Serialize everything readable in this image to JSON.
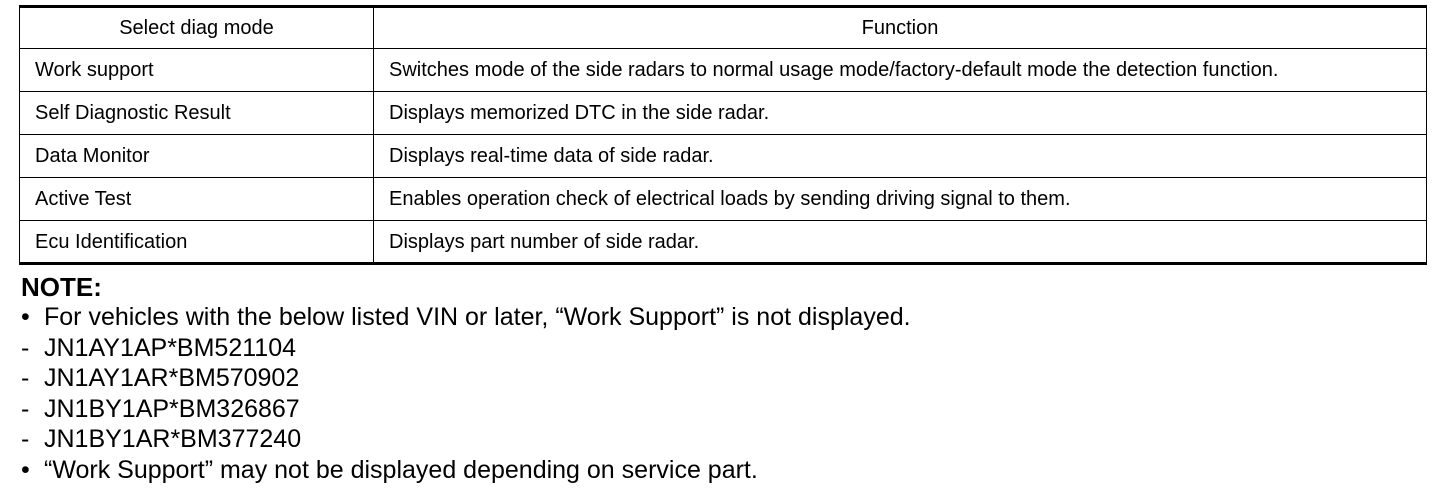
{
  "table": {
    "headers": [
      "Select diag mode",
      "Function"
    ],
    "rows": [
      [
        "Work support",
        "Switches mode of the side radars to normal usage mode/factory-default mode the detection function."
      ],
      [
        "Self Diagnostic Result",
        "Displays memorized DTC in the side radar."
      ],
      [
        "Data Monitor",
        "Displays real-time data of side radar."
      ],
      [
        "Active Test",
        "Enables operation check of electrical loads by sending driving signal to them."
      ],
      [
        "Ecu Identification",
        "Displays part number of side radar."
      ]
    ]
  },
  "note": {
    "title": "NOTE:",
    "lines": [
      {
        "mark": "•",
        "text": "For vehicles with the below listed VIN or later, “Work Support” is not displayed."
      },
      {
        "mark": "-",
        "text": "JN1AY1AP*BM521104"
      },
      {
        "mark": "-",
        "text": "JN1AY1AR*BM570902"
      },
      {
        "mark": "-",
        "text": "JN1BY1AP*BM326867"
      },
      {
        "mark": "-",
        "text": "JN1BY1AR*BM377240"
      },
      {
        "mark": "•",
        "text": "“Work Support” may not be displayed depending on service part."
      }
    ]
  }
}
